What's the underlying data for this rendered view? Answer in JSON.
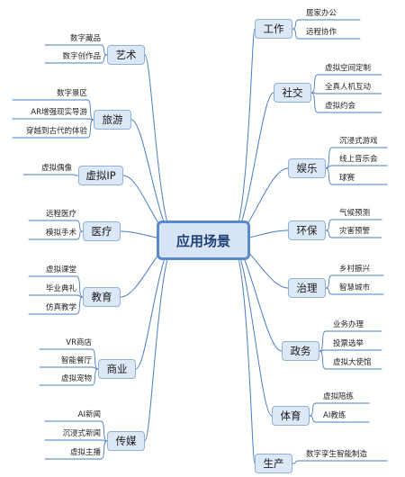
{
  "center": "应用场景",
  "left_branches": [
    {
      "key": "art",
      "label": "艺术",
      "leaves": [
        "数字藏品",
        "数字创作品"
      ]
    },
    {
      "key": "tourism",
      "label": "旅游",
      "leaves": [
        "数字景区",
        "AR增强现实导游",
        "穿越到古代的体验"
      ]
    },
    {
      "key": "virtual-ip",
      "label": "虚拟IP",
      "leaves": [
        "虚拟偶像"
      ]
    },
    {
      "key": "medical",
      "label": "医疗",
      "leaves": [
        "远程医疗",
        "模拟手术"
      ]
    },
    {
      "key": "education",
      "label": "教育",
      "leaves": [
        "虚拟课堂",
        "毕业典礼",
        "仿真教学"
      ]
    },
    {
      "key": "commerce",
      "label": "商业",
      "leaves": [
        "VR商店",
        "智能餐厅",
        "虚拟宠物"
      ]
    },
    {
      "key": "media",
      "label": "传媒",
      "leaves": [
        "AI新闻",
        "沉浸式新闻",
        "虚拟主播"
      ]
    }
  ],
  "right_branches": [
    {
      "key": "work",
      "label": "工作",
      "leaves": [
        "居家办公",
        "远程协作"
      ]
    },
    {
      "key": "social",
      "label": "社交",
      "leaves": [
        "虚拟空间定制",
        "全真人机互动",
        "虚拟约会"
      ]
    },
    {
      "key": "entertainment",
      "label": "娱乐",
      "leaves": [
        "沉浸式游戏",
        "线上音乐会",
        "球赛"
      ]
    },
    {
      "key": "environment",
      "label": "环保",
      "leaves": [
        "气候预测",
        "灾害预警"
      ]
    },
    {
      "key": "governance",
      "label": "治理",
      "leaves": [
        "乡村振兴",
        "智慧城市"
      ]
    },
    {
      "key": "government",
      "label": "政务",
      "leaves": [
        "业务办理",
        "投票选举",
        "虚拟大使馆"
      ]
    },
    {
      "key": "sports",
      "label": "体育",
      "leaves": [
        "虚拟陪练",
        "AI教练"
      ]
    },
    {
      "key": "production",
      "label": "生产",
      "leaves": [
        "数字孪生智能制造"
      ]
    }
  ],
  "colors": {
    "line": "#4a7cc2",
    "node_fill": "#dde8f7",
    "node_border": "#8fb0d8",
    "center_border": "#5a8ac9"
  }
}
